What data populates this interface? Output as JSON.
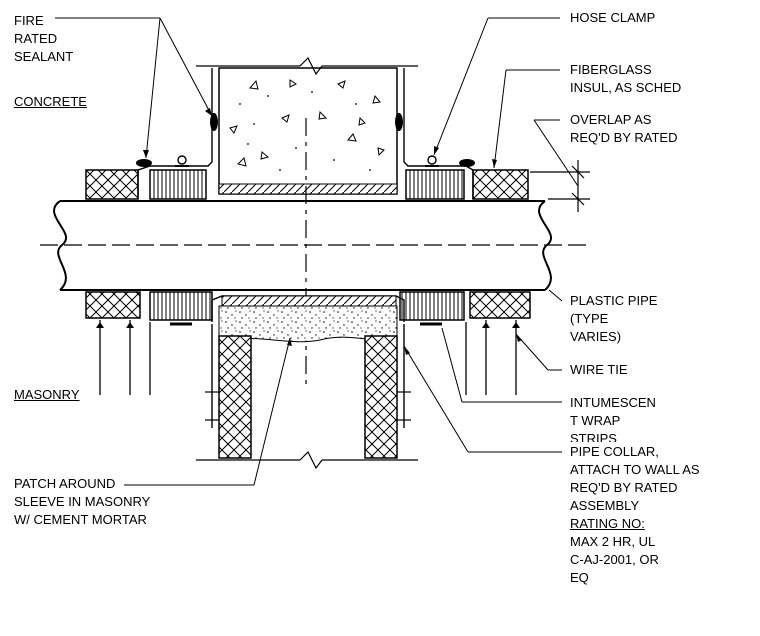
{
  "labels": {
    "fire_rated_sealant": [
      "FIRE",
      "RATED",
      "SEALANT"
    ],
    "concrete": "CONCRETE",
    "masonry": "MASONRY",
    "patch": [
      "PATCH AROUND",
      "SLEEVE IN MASONRY",
      "W/ CEMENT MORTAR"
    ],
    "hose_clamp": "HOSE CLAMP",
    "fiberglass": [
      "FIBERGLASS",
      "INSUL, AS SCHED"
    ],
    "overlap": [
      "OVERLAP AS",
      "REQ'D BY RATED"
    ],
    "plastic_pipe": [
      "PLASTIC PIPE",
      "(TYPE",
      "VARIES)"
    ],
    "wire_tie": "WIRE TIE",
    "intumescent": [
      "INTUMESCEN",
      "T WRAP",
      "STRIPS"
    ],
    "pipe_collar": [
      "PIPE COLLAR,",
      "ATTACH TO WALL AS",
      "REQ'D BY RATED",
      "ASSEMBLY"
    ],
    "rating_heading": "RATING NO:",
    "rating": [
      "MAX 2 HR, UL",
      "C-AJ-2001, OR",
      "EQ"
    ]
  }
}
